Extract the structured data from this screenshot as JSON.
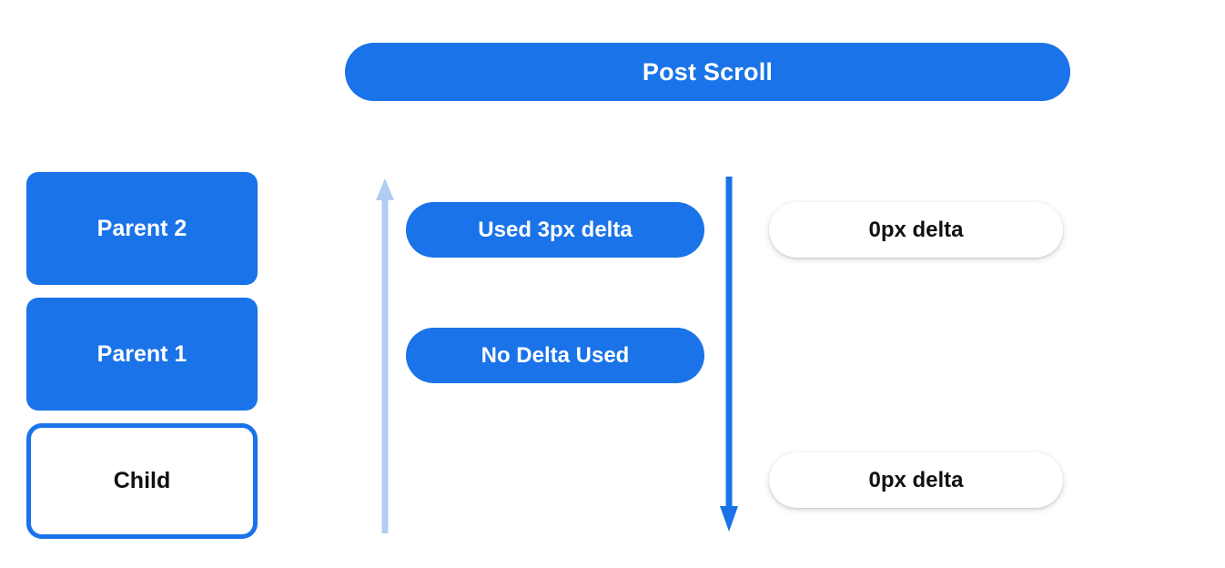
{
  "header": {
    "title": "Post Scroll"
  },
  "colors": {
    "accent_blue": "#1a73e8",
    "light_blue": "#b0cdf4",
    "white": "#ffffff",
    "text_dark": "#111111"
  },
  "left_stack": {
    "boxes": [
      {
        "label": "Parent 2",
        "style": "filled"
      },
      {
        "label": "Parent 1",
        "style": "filled"
      },
      {
        "label": "Child",
        "style": "outlined"
      }
    ]
  },
  "middle_column": {
    "arrow": {
      "icon": "arrow-up-icon",
      "direction": "up",
      "color": "#b0cdf4"
    },
    "pills": [
      {
        "label": "Used 3px delta",
        "style": "blue"
      },
      {
        "label": "No Delta Used",
        "style": "blue"
      }
    ]
  },
  "right_column": {
    "arrow": {
      "icon": "arrow-down-icon",
      "direction": "down",
      "color": "#1a73e8"
    },
    "pills": [
      {
        "label": "0px delta",
        "style": "white"
      },
      {
        "label": "0px delta",
        "style": "white"
      }
    ]
  }
}
